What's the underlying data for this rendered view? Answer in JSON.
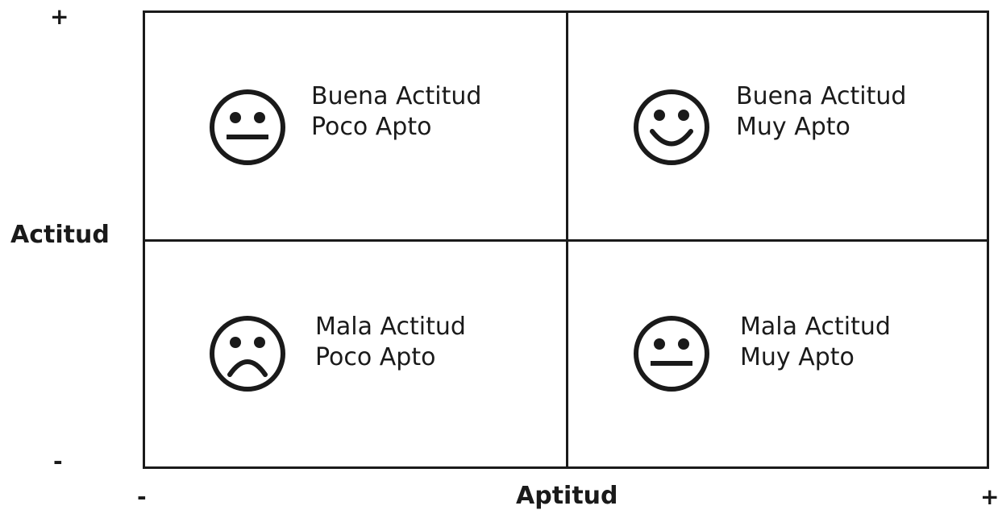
{
  "axes": {
    "y_label": "Actitud",
    "x_label": "Aptitud",
    "y_top_sign": "+",
    "y_bottom_sign": "-",
    "x_left_sign": "-",
    "x_right_sign": "+"
  },
  "quadrants": {
    "top_left": {
      "line1": "Buena Actitud",
      "line2": "Poco Apto",
      "face": "neutral-face-icon"
    },
    "top_right": {
      "line1": "Buena Actitud",
      "line2": "Muy Apto",
      "face": "smiling-face-icon"
    },
    "bottom_left": {
      "line1": "Mala Actitud",
      "line2": "Poco Apto",
      "face": "frowning-face-icon"
    },
    "bottom_right": {
      "line1": "Mala Actitud",
      "line2": "Muy Apto",
      "face": "neutral-face-icon"
    }
  },
  "colors": {
    "line": "#1a1a1a",
    "background": "#ffffff"
  }
}
